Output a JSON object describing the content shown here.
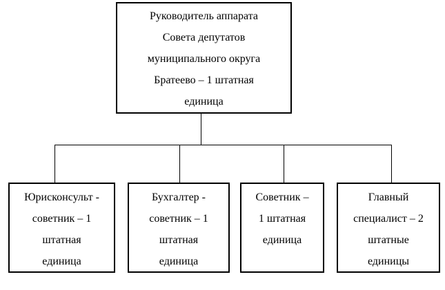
{
  "org_chart": {
    "root": {
      "lines": [
        "Руководитель аппарата",
        "Совета депутатов",
        "муниципального округа",
        "Братеево – 1 штатная",
        "единица"
      ]
    },
    "children": [
      {
        "lines": [
          "Юрисконсульт -",
          "советник – 1",
          "штатная",
          "единица"
        ]
      },
      {
        "lines": [
          "Бухгалтер -",
          "советник – 1",
          "штатная",
          "единица"
        ]
      },
      {
        "lines": [
          "Советник –",
          "1 штатная",
          "единица"
        ]
      },
      {
        "lines": [
          "Главный",
          "специалист – 2",
          "штатные",
          "единицы"
        ]
      }
    ]
  },
  "colors": {
    "background": "#ffffff",
    "box_border": "#000000",
    "connector_line": "#000000",
    "text": "#000000"
  }
}
